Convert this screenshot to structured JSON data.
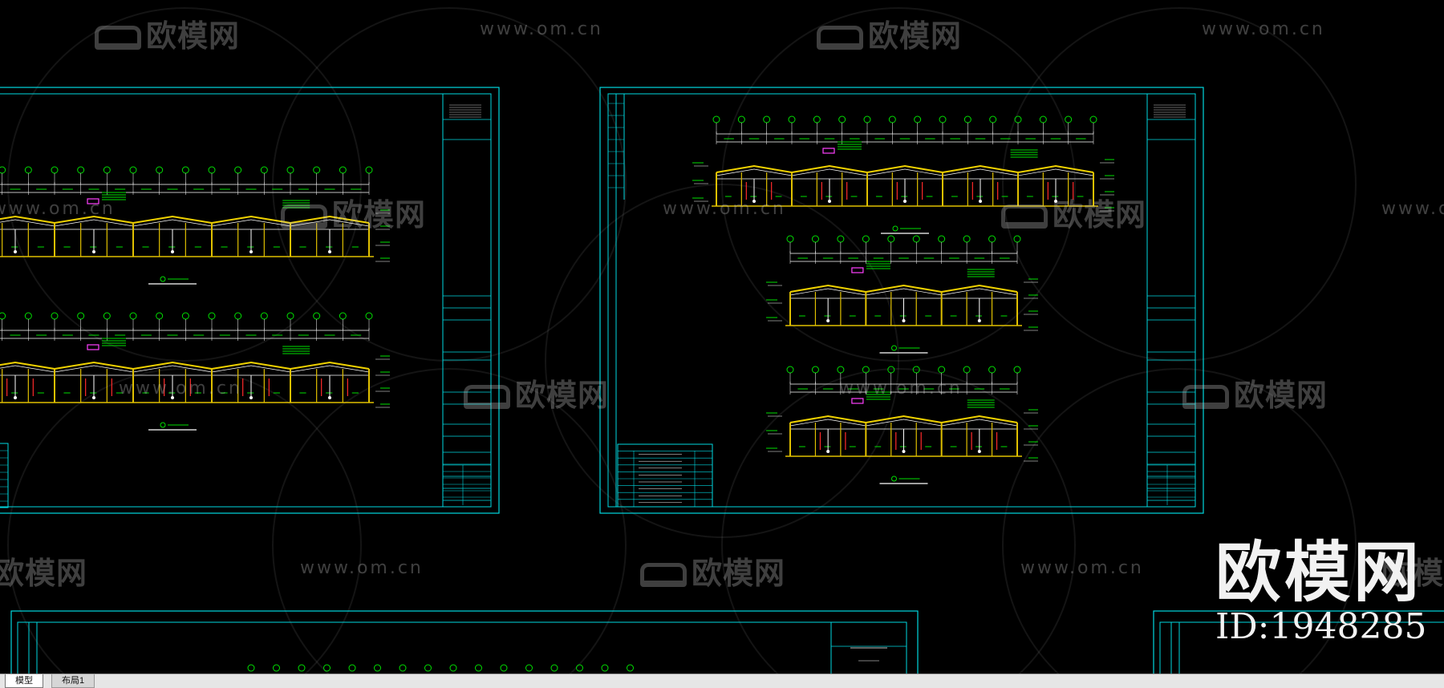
{
  "colors": {
    "frame": "#00d8e0",
    "roof": "#f0d200",
    "column": "#e0c000",
    "dim": "#00e000",
    "red": "#ff2a2a",
    "magenta": "#ff40ff",
    "white": "#ffffff"
  },
  "watermarks": {
    "brand_cn": "欧模网",
    "url": "www.om.cn"
  },
  "brand": {
    "name": "欧模网",
    "id": "ID:1948285"
  },
  "tabs": [
    {
      "label": "模型",
      "active": true
    },
    {
      "label": "布局1",
      "active": false
    }
  ]
}
